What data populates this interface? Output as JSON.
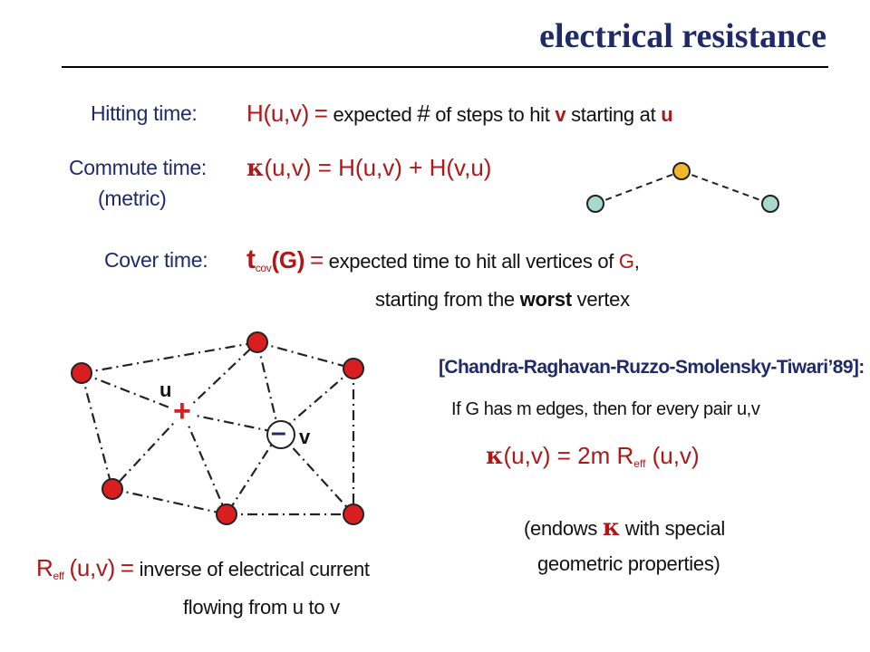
{
  "title": "electrical resistance",
  "hitting": {
    "label": "Hitting time:",
    "lhs": "H(u,v)",
    "eq": "=",
    "rhs_1": "expected",
    "hash": "#",
    "rhs_2": "of steps to hit",
    "v": "v",
    "rhs_3": "starting at",
    "u": "u"
  },
  "commute": {
    "label": "Commute time:",
    "metric": "(metric)",
    "kappa": "κ",
    "lhs": "(u,v)",
    "eq": "=",
    "h1": "H(u,v)",
    "plus": "+",
    "h2": "H(v,u)"
  },
  "cover": {
    "label": "Cover time:",
    "t": "t",
    "cov": "cov",
    "g": "(G)",
    "eq": "=",
    "rhs_1": "expected time to hit all vertices of",
    "G": "G",
    "comma": ",",
    "line2_a": "starting from the",
    "worst": "worst",
    "line2_b": "vertex"
  },
  "graph": {
    "u_label": "u",
    "v_label": "v",
    "plus_sign": "+",
    "minus_sign": "–",
    "node_red": "#d81e1e",
    "node_yellow": "#f2b82c",
    "node_teal": "#a9d8d2"
  },
  "citation": "[Chandra-Raghavan-Ruzzo-Smolensky-Tiwari’89]:",
  "theorem": "If G has m edges, then for every pair u,v",
  "formula": {
    "kappa": "κ",
    "lhs": "(u,v)",
    "eq": "=",
    "rhs_1": "2m R",
    "sub": "eff",
    "rhs_2": "(u,v)"
  },
  "endows": {
    "line1_a": "(endows",
    "kappa": "κ",
    "line1_b": "with special",
    "line2": "geometric properties)"
  },
  "reff": {
    "r": "R",
    "sub": "eff",
    "args": "(u,v)",
    "eq": "=",
    "rhs_1": "inverse of electrical current",
    "rhs_2": "flowing from u to v"
  }
}
